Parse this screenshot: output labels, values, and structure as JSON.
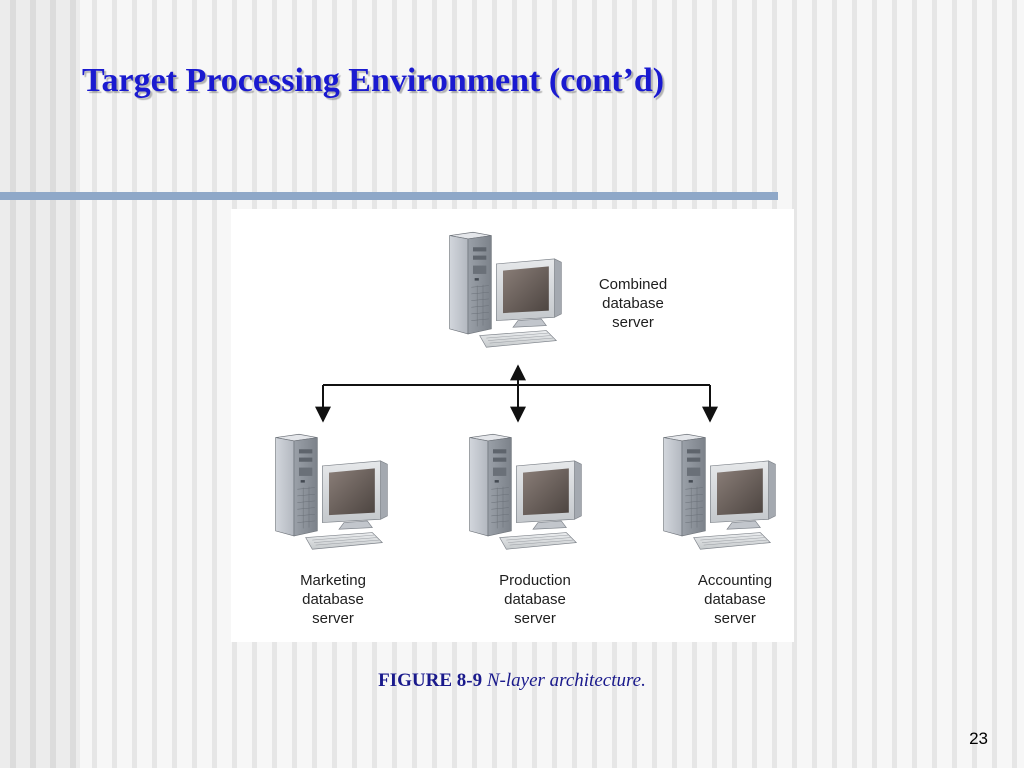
{
  "slide": {
    "title": "Target Processing Environment (cont’d)",
    "page_number": "23"
  },
  "figure": {
    "caption_number": "FIGURE 8-9",
    "caption_text": "N-layer architecture.",
    "icons": {
      "tower": "server-tower-icon",
      "monitor": "monitor-icon",
      "keyboard": "keyboard-icon",
      "arrow": "arrow-icon"
    },
    "nodes": {
      "combined": {
        "label": [
          "Combined",
          "database",
          "server"
        ]
      },
      "marketing": {
        "label": [
          "Marketing",
          "database",
          "server"
        ]
      },
      "production": {
        "label": [
          "Production",
          "database",
          "server"
        ]
      },
      "accounting": {
        "label": [
          "Accounting",
          "database",
          "server"
        ]
      }
    }
  },
  "colors": {
    "title": "#1a1ad0",
    "caption": "#1a1a8c",
    "rule": "#8fa8c8"
  }
}
